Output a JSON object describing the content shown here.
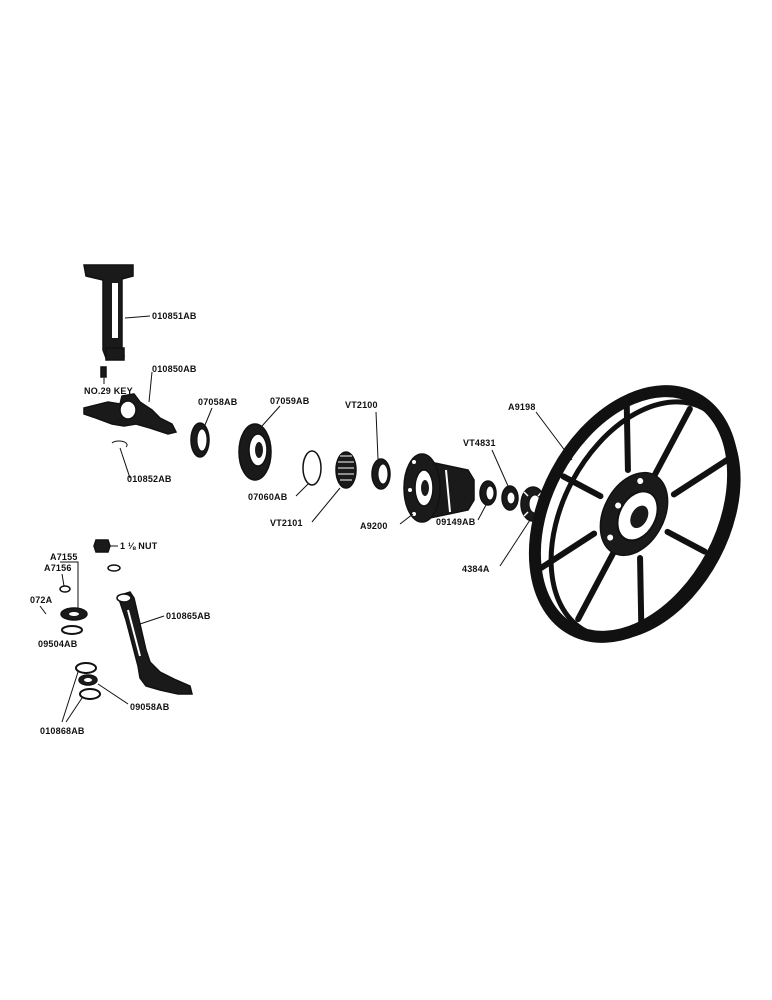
{
  "labels": {
    "p010851AB": "010851AB",
    "p010850AB": "010850AB",
    "key": "NO.29 KEY",
    "p010852AB": "010852AB",
    "p07058AB": "07058AB",
    "p07059AB": "07059AB",
    "p07060AB": "07060AB",
    "VT2100": "VT2100",
    "VT2101": "VT2101",
    "A9200": "A9200",
    "VT4831": "VT4831",
    "p09149AB": "09149AB",
    "A9198": "A9198",
    "p4384A": "4384A",
    "nut": "1 ⅛ NUT",
    "A7155": "A7155",
    "A7156": "A7156",
    "p072A": "072A",
    "p09504AB": "09504AB",
    "p010865AB": "010865AB",
    "p09058AB": "09058AB",
    "p010868AB": "010868AB"
  }
}
